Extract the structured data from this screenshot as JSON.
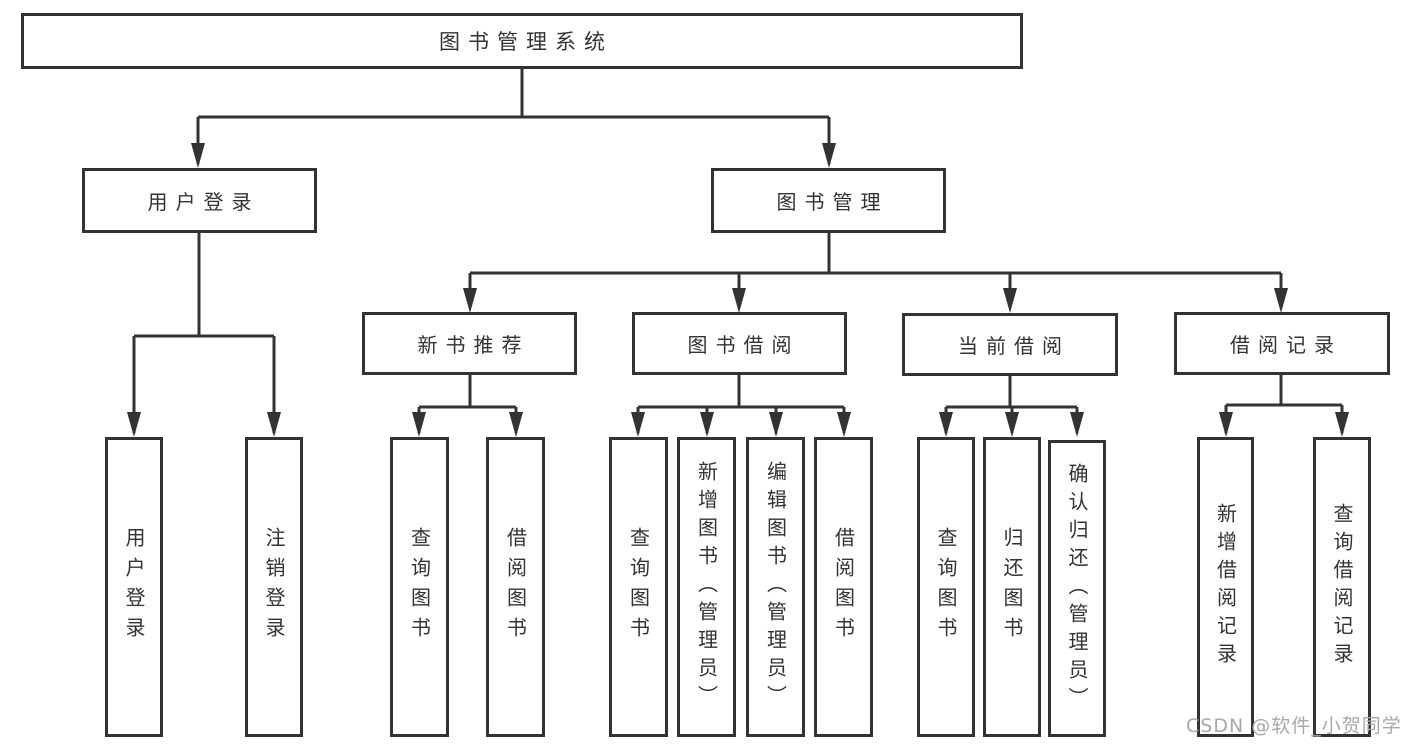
{
  "diagram": {
    "type": "hierarchy-tree",
    "root": {
      "label": "图书管理系统"
    },
    "branches": [
      {
        "label": "用户登录",
        "children": [
          {
            "label": "用户登录"
          },
          {
            "label": "注销登录"
          }
        ]
      },
      {
        "label": "图书管理",
        "children": [
          {
            "label": "新书推荐",
            "children": [
              {
                "label": "查询图书"
              },
              {
                "label": "借阅图书"
              }
            ]
          },
          {
            "label": "图书借阅",
            "children": [
              {
                "label": "查询图书"
              },
              {
                "label": "新增图书（管理员）"
              },
              {
                "label": "编辑图书（管理员）"
              },
              {
                "label": "借阅图书"
              }
            ]
          },
          {
            "label": "当前借阅",
            "children": [
              {
                "label": "查询图书"
              },
              {
                "label": "归还图书"
              },
              {
                "label": "确认归还（管理员）"
              }
            ]
          },
          {
            "label": "借阅记录",
            "children": [
              {
                "label": "新增借阅记录"
              },
              {
                "label": "查询借阅记录"
              }
            ]
          }
        ]
      }
    ]
  },
  "watermark": {
    "text": "CSDN @软件_小贺同学"
  },
  "colors": {
    "line": "#333333",
    "border": "#333333",
    "text": "#333333",
    "watermark": "#a8a8a8",
    "background": "#ffffff"
  }
}
